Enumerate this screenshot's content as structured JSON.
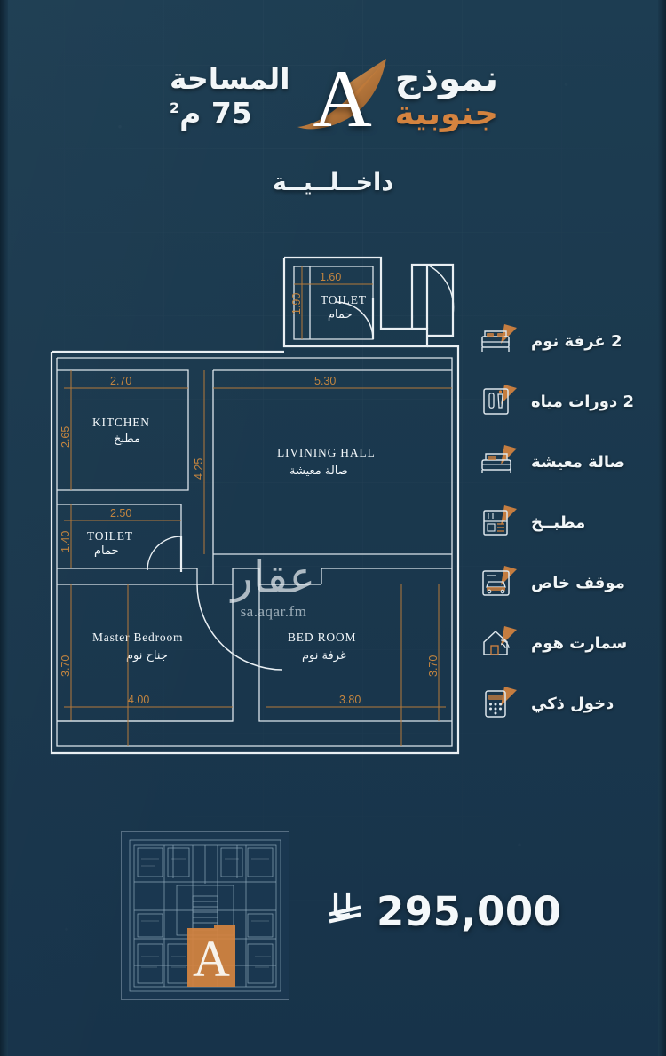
{
  "theme": {
    "bg": "#1b394e",
    "accent": "#d4833f",
    "line": "#e8eef2",
    "dim": "#c2843f"
  },
  "header": {
    "model_word": "نموذج",
    "model_sub": "جنوبية",
    "logo_letter": "A",
    "area_label": "المساحة",
    "area_value": "75 م",
    "area_unit": "2",
    "subtitle": "داخــلــيــة"
  },
  "plan": {
    "rooms": [
      {
        "name_en": "TOILET",
        "name_ar": "حمام",
        "w": "1.60",
        "h": "1.90"
      },
      {
        "name_en": "KITCHEN",
        "name_ar": "مطبخ",
        "w": "2.70",
        "h": "2.65"
      },
      {
        "name_en": "LIVINING  HALL",
        "name_ar": "صالة معيشة",
        "w": "5.30",
        "h": "4.25"
      },
      {
        "name_en": "TOILET",
        "name_ar": "حمام",
        "w": "2.50",
        "h": "1.40"
      },
      {
        "name_en": "Master Bedroom",
        "name_ar": "جناح نوم",
        "w": "4.00",
        "h": "3.70"
      },
      {
        "name_en": "BED ROOM",
        "name_ar": "غرفة نوم",
        "w": "3.80",
        "h": "3.70"
      }
    ],
    "labels": {
      "toilet_top_en": "TOILET",
      "toilet_top_ar": "حمام",
      "toilet_top_w": "1.60",
      "toilet_top_h": "1.90",
      "kitchen_en": "KITCHEN",
      "kitchen_ar": "مطبخ",
      "kitchen_w": "2.70",
      "kitchen_h": "2.65",
      "hall_en": "LIVINING  HALL",
      "hall_ar": "صالة معيشة",
      "hall_w": "5.30",
      "hall_h": "4.25",
      "toilet2_en": "TOILET",
      "toilet2_ar": "حمام",
      "toilet2_w": "2.50",
      "toilet2_h": "1.40",
      "master_en": "Master Bedroom",
      "master_ar": "جناح نوم",
      "master_w": "4.00",
      "master_h": "3.70",
      "bed_en": "BED ROOM",
      "bed_ar": "غرفة نوم",
      "bed_w": "3.80",
      "bed_h": "3.70"
    }
  },
  "watermark": {
    "arabic": "عقار",
    "latin": "sa.aqar.fm"
  },
  "features": [
    {
      "label": "2 غرفة نوم",
      "icon": "bed-icon"
    },
    {
      "label": "2 دورات مياه",
      "icon": "bathroom-icon"
    },
    {
      "label": "صالة معيشة",
      "icon": "sofa-icon"
    },
    {
      "label": "مطبــخ",
      "icon": "kitchen-icon"
    },
    {
      "label": "موقف خاص",
      "icon": "parking-icon"
    },
    {
      "label": "سمارت هوم",
      "icon": "smart-home-icon"
    },
    {
      "label": "دخول ذكي",
      "icon": "smart-entry-icon"
    }
  ],
  "keyplan": {
    "unit_letter": "A"
  },
  "price": {
    "currency_symbol": "riyal-symbol",
    "value": "295,000"
  }
}
